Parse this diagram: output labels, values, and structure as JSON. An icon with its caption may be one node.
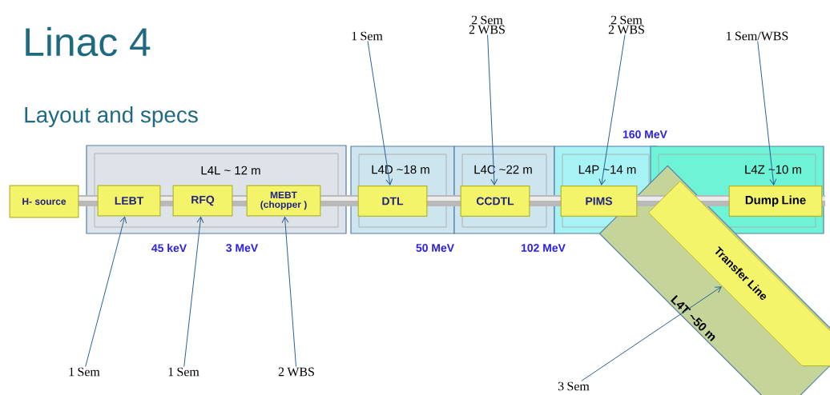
{
  "diagram": {
    "title": "Linac 4",
    "nodes": [
      {
        "text": [
          "L4L ~ 12 m"
        ]
      },
      {
        "text": [
          "L4D ~18 m"
        ]
      },
      {
        "text": [
          "L4C ~22 m"
        ]
      },
      {
        "text": [
          "L4P ~14 m"
        ]
      },
      {
        "text": [
          "L4Z ~10 m"
        ]
      },
      {
        "text": [
          "L4T ~50 m"
        ]
      },
      {
        "text": [
          "H- source"
        ]
      },
      {
        "text": [
          "LEBT"
        ],
        "in": 0
      },
      {
        "text": [
          "RFQ"
        ],
        "in": 0
      },
      {
        "text": [
          "MEBT (chopper )"
        ],
        "in": 0
      },
      {
        "text": [
          "DTL"
        ],
        "in": 1
      },
      {
        "text": [
          "CCDTL"
        ],
        "in": 2
      },
      {
        "text": [
          "PIMS"
        ],
        "in": 3
      },
      {
        "text": [
          "Dump Line"
        ],
        "in": 4
      },
      {
        "text": [
          "Transfer Line"
        ],
        "in": 5
      },
      {
        "text": [
          "1 Sem"
        ]
      },
      {
        "text": [
          "1 Sem"
        ]
      },
      {
        "text": [
          "2 WBS"
        ]
      },
      {
        "text": [
          "1 Sem"
        ]
      },
      {
        "text": [
          "2 Sem 2 WBS"
        ]
      },
      {
        "text": [
          "2 Sem 2 WBS"
        ]
      },
      {
        "text": [
          "1 Sem/WBS"
        ]
      },
      {
        "text": [
          "3 Sem"
        ]
      }
    ],
    "edges": [
      {
        "from": 15,
        "to": 7,
        "arrow": "to"
      },
      {
        "from": 16,
        "to": 8,
        "arrow": "to"
      },
      {
        "from": 17,
        "to": 9,
        "arrow": "to"
      },
      {
        "from": 18,
        "to": 10,
        "arrow": "to"
      },
      {
        "from": 19,
        "to": 11,
        "arrow": "to"
      },
      {
        "from": 20,
        "to": 12,
        "arrow": "to"
      },
      {
        "from": 21,
        "to": 13,
        "arrow": "to"
      },
      {
        "from": 22,
        "to": 14,
        "arrow": "to"
      }
    ],
    "labels": [
      "Layout and specs",
      "160 MeV",
      "45 keV",
      "3 MeV",
      "50 MeV",
      "102 MeV"
    ]
  }
}
